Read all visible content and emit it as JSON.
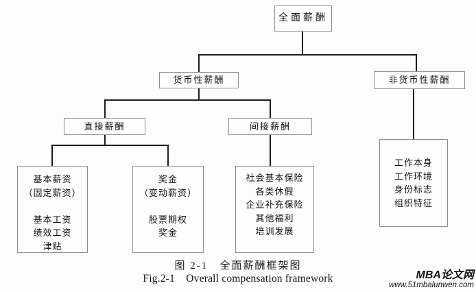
{
  "diagram": {
    "nodes": {
      "root": {
        "label": "全面薪酬"
      },
      "monetary": {
        "label": "货币性薪酬"
      },
      "non_monetary": {
        "label": "非货币性薪酬"
      },
      "direct": {
        "label": "直接薪酬"
      },
      "indirect": {
        "label": "间接薪酬"
      },
      "base_pay": {
        "label": "基本薪资\n（固定薪资）\n\n基本工资\n绩效工资\n津贴"
      },
      "bonus": {
        "label": "奖金\n（变动薪资）\n\n股票期权\n奖金"
      },
      "benefits": {
        "label": "社会基本保险\n各类休假\n企业补充保险\n其他福利\n培训发展"
      },
      "non_monetary_items": {
        "label": "工作本身\n工作环境\n身份标志\n组织特征"
      }
    },
    "caption_zh": "图 2-1   全面薪酬框架图",
    "caption_en": "Fig.2-1    Overall compensation framework"
  },
  "watermark": {
    "site_name": "MBA论文网",
    "site_url": "www.51mbalunwen.com"
  },
  "colors": {
    "connector": "#1c1c1c",
    "box_border": "#8f8f8f",
    "watermark_gradient_start": "#e12d95",
    "watermark_gradient_end": "#1f9fd8"
  }
}
